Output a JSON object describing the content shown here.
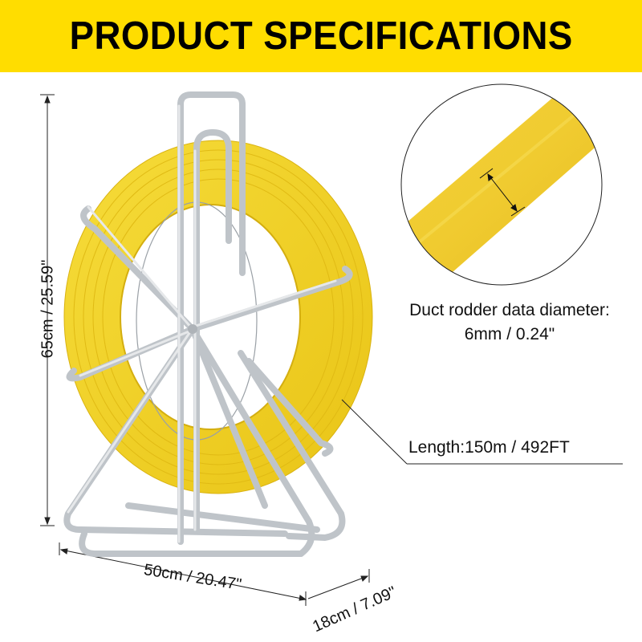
{
  "header": {
    "title": "PRODUCT SPECIFICATIONS"
  },
  "colors": {
    "banner": "#FFDD00",
    "rodder_yellow": "#F2CF1F",
    "frame_silver": "#C8CCD0",
    "text": "#111111"
  },
  "product": {
    "type": "fiberglass duct rodder on steel reel frame"
  },
  "dimensions": {
    "height": "65cm / 25.59\"",
    "width": "50cm / 20.47\"",
    "depth": "18cm / 7.09\""
  },
  "specs": {
    "diameter_line1": "Duct rodder data diameter:",
    "diameter_line2": "6mm / 0.24\"",
    "length": "Length:150m / 492FT"
  }
}
